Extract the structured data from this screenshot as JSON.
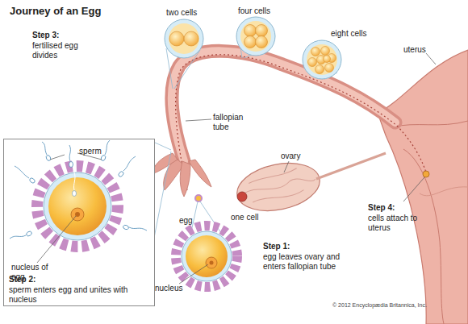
{
  "diagram": {
    "title": "Journey of an Egg",
    "nodes": [
      {
        "text": [
          "Step 2:",
          "sperm enters egg and unites with nucleus"
        ]
      }
    ],
    "labels": [
      "Step 3:",
      "fertilised egg divides",
      "two cells",
      "four cells",
      "eight cells",
      "uterus",
      "fallopian tube",
      "ovary",
      "sperm",
      "nucleus of egg",
      "egg",
      "one cell",
      "nucleus",
      "Step 1:",
      "egg leaves ovary and enters fallopian tube",
      "Step 4:",
      "cells attach to uterus",
      "© 2012 Encyclopædia Britannica, Inc."
    ]
  }
}
